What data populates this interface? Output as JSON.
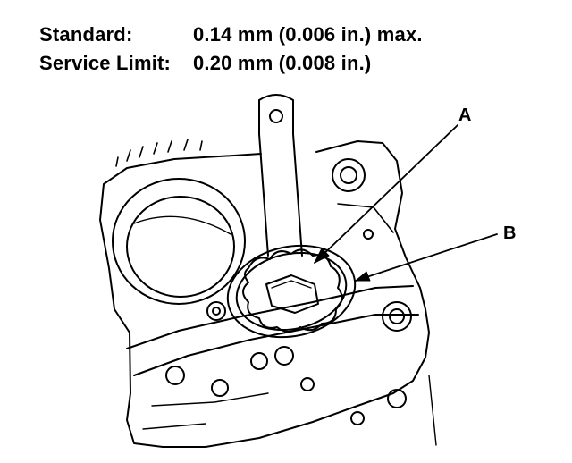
{
  "specs": [
    {
      "label": "Standard:",
      "value": "0.14 mm (0.006 in.) max."
    },
    {
      "label": "Service Limit:",
      "value": "0.20 mm (0.008 in.)"
    }
  ],
  "callouts": {
    "a": "A",
    "b": "B"
  },
  "colors": {
    "ink": "#000000",
    "paper": "#ffffff"
  }
}
